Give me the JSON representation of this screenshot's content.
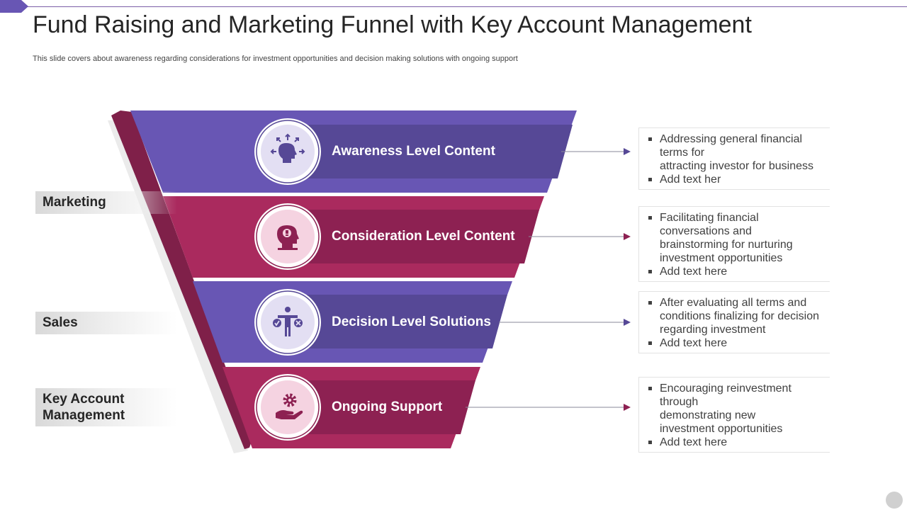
{
  "title": "Fund Raising and Marketing Funnel with Key Account Management",
  "subtitle": "This slide covers about awareness regarding considerations for investment opportunities and decision making solutions with ongoing support",
  "colors": {
    "purple": "#6856b4",
    "purple_dark": "#564896",
    "magenta": "#aa2a5e",
    "magenta_dark": "#8d2152",
    "edge": "#7f2049",
    "circle_purple_fill": "#e3dff3",
    "circle_magenta_fill": "#f5d3e1"
  },
  "stages": [
    {
      "label": "Awareness Level Content",
      "icon": "head-arrows-icon",
      "theme": "purple"
    },
    {
      "label": "Consideration Level Content",
      "icon": "lightbulb-head-icon",
      "theme": "magenta"
    },
    {
      "label": "Decision Level Solutions",
      "icon": "person-check-cross-icon",
      "theme": "purple"
    },
    {
      "label": "Ongoing Support",
      "icon": "gear-hand-icon",
      "theme": "magenta"
    }
  ],
  "side_labels": [
    {
      "lines": [
        "Marketing"
      ]
    },
    {
      "lines": [
        "Sales"
      ]
    },
    {
      "lines": [
        "Key Account",
        "Management"
      ]
    }
  ],
  "notes": [
    {
      "items": [
        [
          "Addressing general financial terms for",
          "attracting investor for business"
        ],
        [
          "Add text her"
        ]
      ]
    },
    {
      "items": [
        [
          "Facilitating financial conversations and",
          "brainstorming for nurturing",
          "investment opportunities"
        ],
        [
          "Add text here"
        ]
      ]
    },
    {
      "items": [
        [
          "After evaluating all terms and",
          "conditions finalizing for decision",
          "regarding investment"
        ],
        [
          "Add text here"
        ]
      ]
    },
    {
      "items": [
        [
          "Encouraging reinvestment through",
          "demonstrating new",
          "investment opportunities"
        ],
        [
          "Add text here"
        ]
      ]
    }
  ]
}
